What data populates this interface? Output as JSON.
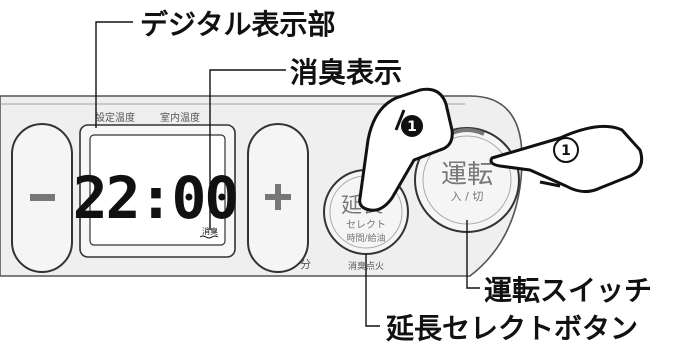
{
  "callouts": {
    "digital_display": "デジタル表示部",
    "deodorize_display": "消臭表示",
    "run_switch": "運転スイッチ",
    "extend_select_button": "延長セレクトボタン"
  },
  "panel": {
    "label_set_temp": "設定温度",
    "label_room_temp": "室内温度",
    "display_time": "22:00",
    "deodorize_indicator": "消臭",
    "minus_symbol": "−",
    "plus_symbol": "+",
    "unit_minutes": "分",
    "extend_button_line1": "延長",
    "extend_button_line2": "セレクト",
    "extend_button_line3": "時間/給油",
    "deodorize_ignite_label": "消臭点火",
    "run_button_main": "運転",
    "run_button_sub": "入 / 切"
  },
  "steps": {
    "step_filled": "❶",
    "step_outline": "①"
  },
  "colors": {
    "panel_fill": "#efefef",
    "outline": "#555555",
    "text": "#111111"
  }
}
